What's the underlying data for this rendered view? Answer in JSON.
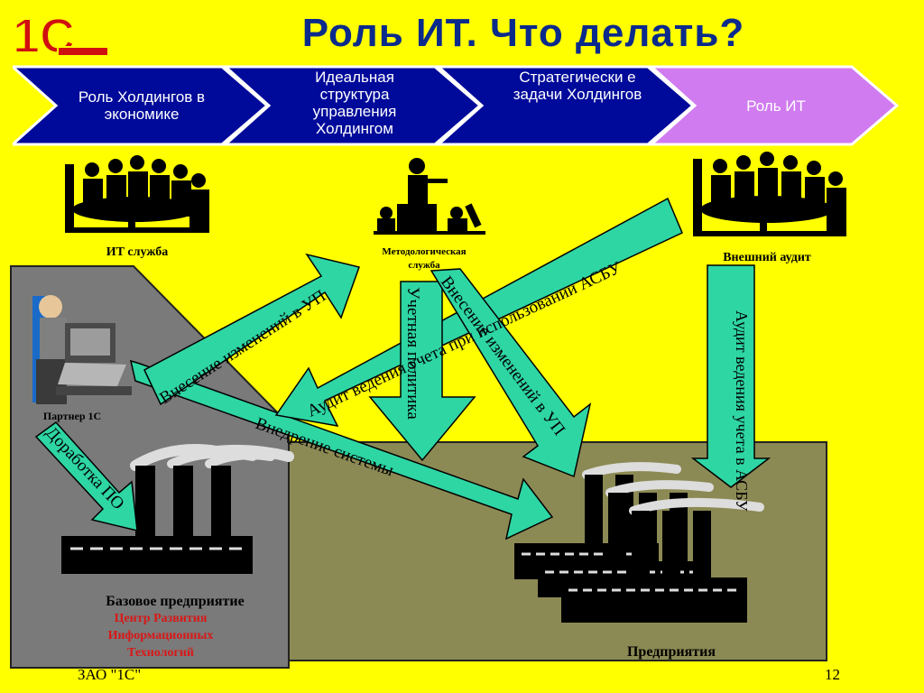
{
  "title": "Роль ИТ. Что делать?",
  "logo_text": "1С",
  "process_steps": [
    {
      "label": "Роль Холдингов в экономике",
      "color": "#000a9a"
    },
    {
      "label": "Идеальная структура управления Холдингом",
      "color": "#000a9a"
    },
    {
      "label": "Стратегически е задачи Холдингов",
      "color": "#000a9a"
    },
    {
      "label": "Роль ИТ",
      "color": "#d07bf0"
    }
  ],
  "actors": {
    "it_service": "ИТ служба",
    "method_service": "Методологическая служба",
    "external_audit": "Внешний аудит",
    "partner": "Партнер 1С"
  },
  "arrows": {
    "changes_up": "Внесение изменений в УП",
    "audit_asbu": "Аудит ведения учета при использовании АСБУ",
    "policy": "Учетная политика",
    "changes_down": "Внесение изменений в УП",
    "implementation": "Внедрение системы",
    "software": "Доработка ПО",
    "audit_right": "Аудит ведения учета в АСБУ"
  },
  "base_enterprise": {
    "title": "Базовое предприятие",
    "subtitle": "Центр Развития Информационных Технологий"
  },
  "enterprises": "Предприятия",
  "footer": {
    "company": "ЗАО \"1С\"",
    "page": "12"
  },
  "colors": {
    "background": "#ffff00",
    "arrow": "#2ed6a4",
    "panel": "#8c8a54",
    "panel_left": "#7a7a7a",
    "title": "#0a2a8c"
  }
}
